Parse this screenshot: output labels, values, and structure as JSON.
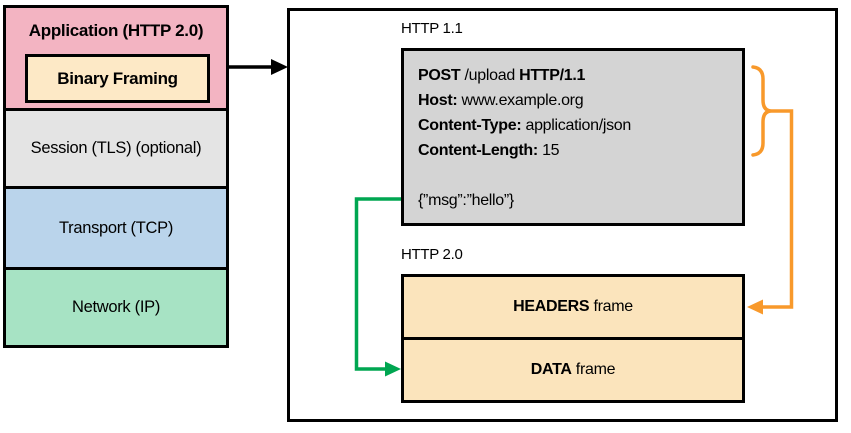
{
  "diagram": {
    "stack": {
      "application_label": "Application (HTTP 2.0)",
      "binary_framing_label": "Binary Framing",
      "session_label": "Session (TLS) (optional)",
      "transport_label": "Transport (TCP)",
      "network_label": "Network (IP)"
    },
    "http11": {
      "title": "HTTP 1.1",
      "request_line": {
        "method": "POST",
        "path": " /upload ",
        "version": "HTTP/1.1"
      },
      "host": {
        "label": "Host:",
        "value": " www.example.org"
      },
      "content_type": {
        "label": "Content-Type:",
        "value": " application/json"
      },
      "content_length": {
        "label": "Content-Length:",
        "value": " 15"
      },
      "body": "{”msg”:”hello”}"
    },
    "http20": {
      "title": "HTTP 2.0",
      "headers_frame": {
        "name": "HEADERS",
        "suffix": " frame"
      },
      "data_frame": {
        "name": "DATA",
        "suffix": " frame"
      }
    },
    "colors": {
      "application": "#f3b4c2",
      "binary_framing": "#fde9c6",
      "session": "#e4e4e4",
      "transport": "#bad4eb",
      "network": "#a7e3c4",
      "request_box": "#d4d4d4",
      "frames_box": "#fbe4bc",
      "headers_arrow": "#f8992b",
      "body_arrow": "#00a651",
      "flow_arrow": "#000000"
    }
  }
}
